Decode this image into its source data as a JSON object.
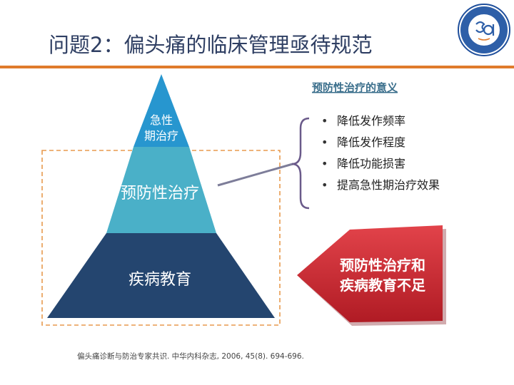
{
  "slide": {
    "title": "问题2：偏头痛的临床管理亟待规范",
    "reference": "偏头痛诊断与防治专家共识. 中华内科杂志, 2006, 45(8). 694-696."
  },
  "pyramid": {
    "top_label": [
      "急性",
      "期治疗"
    ],
    "middle_label": "预防性治疗",
    "bottom_label": "疾病教育"
  },
  "significance": {
    "heading": "预防性治疗的意义",
    "items": [
      "降低发作频率",
      "降低发作程度",
      "降低功能损害",
      "提高急性期治疗效果"
    ]
  },
  "callout": {
    "lines": [
      "预防性治疗和",
      "疾病教育不足"
    ]
  },
  "colors": {
    "accent": "#e07b2c",
    "title": "#2f3f63",
    "pyramid_top": "#2796cf",
    "pyramid_middle": "#4ab0c8",
    "pyramid_bottom": "#24456f",
    "callout": "#c8202a",
    "bracket": "#6a5a8a",
    "heading": "#3b6f8c"
  },
  "icons": {
    "logo": "hospital-seal-icon"
  }
}
